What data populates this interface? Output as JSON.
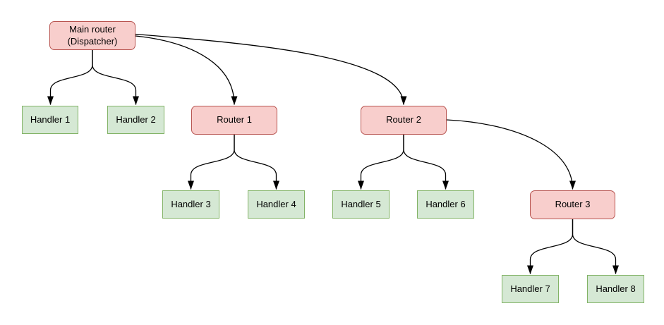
{
  "diagram": {
    "type": "tree-flowchart",
    "colors": {
      "background": "#ffffff",
      "router_fill": "#f8cecc",
      "router_border": "#b85450",
      "handler_fill": "#d5e8d4",
      "handler_border": "#82b366",
      "edge_stroke": "#000000",
      "text": "#000000"
    },
    "nodes": {
      "main": {
        "label": "Main router\n(Dispatcher)",
        "type": "router"
      },
      "handler1": {
        "label": "Handler 1",
        "type": "handler"
      },
      "handler2": {
        "label": "Handler 2",
        "type": "handler"
      },
      "router1": {
        "label": "Router 1",
        "type": "router"
      },
      "router2": {
        "label": "Router 2",
        "type": "router"
      },
      "handler3": {
        "label": "Handler 3",
        "type": "handler"
      },
      "handler4": {
        "label": "Handler 4",
        "type": "handler"
      },
      "handler5": {
        "label": "Handler 5",
        "type": "handler"
      },
      "handler6": {
        "label": "Handler 6",
        "type": "handler"
      },
      "router3": {
        "label": "Router 3",
        "type": "router"
      },
      "handler7": {
        "label": "Handler 7",
        "type": "handler"
      },
      "handler8": {
        "label": "Handler 8",
        "type": "handler"
      }
    },
    "edges": [
      {
        "from": "Main router (Dispatcher)",
        "to": "Handler 1"
      },
      {
        "from": "Main router (Dispatcher)",
        "to": "Handler 2"
      },
      {
        "from": "Main router (Dispatcher)",
        "to": "Router 1"
      },
      {
        "from": "Main router (Dispatcher)",
        "to": "Router 2"
      },
      {
        "from": "Router 1",
        "to": "Handler 3"
      },
      {
        "from": "Router 1",
        "to": "Handler 4"
      },
      {
        "from": "Router 2",
        "to": "Handler 5"
      },
      {
        "from": "Router 2",
        "to": "Handler 6"
      },
      {
        "from": "Router 2",
        "to": "Router 3"
      },
      {
        "from": "Router 3",
        "to": "Handler 7"
      },
      {
        "from": "Router 3",
        "to": "Handler 8"
      }
    ]
  }
}
